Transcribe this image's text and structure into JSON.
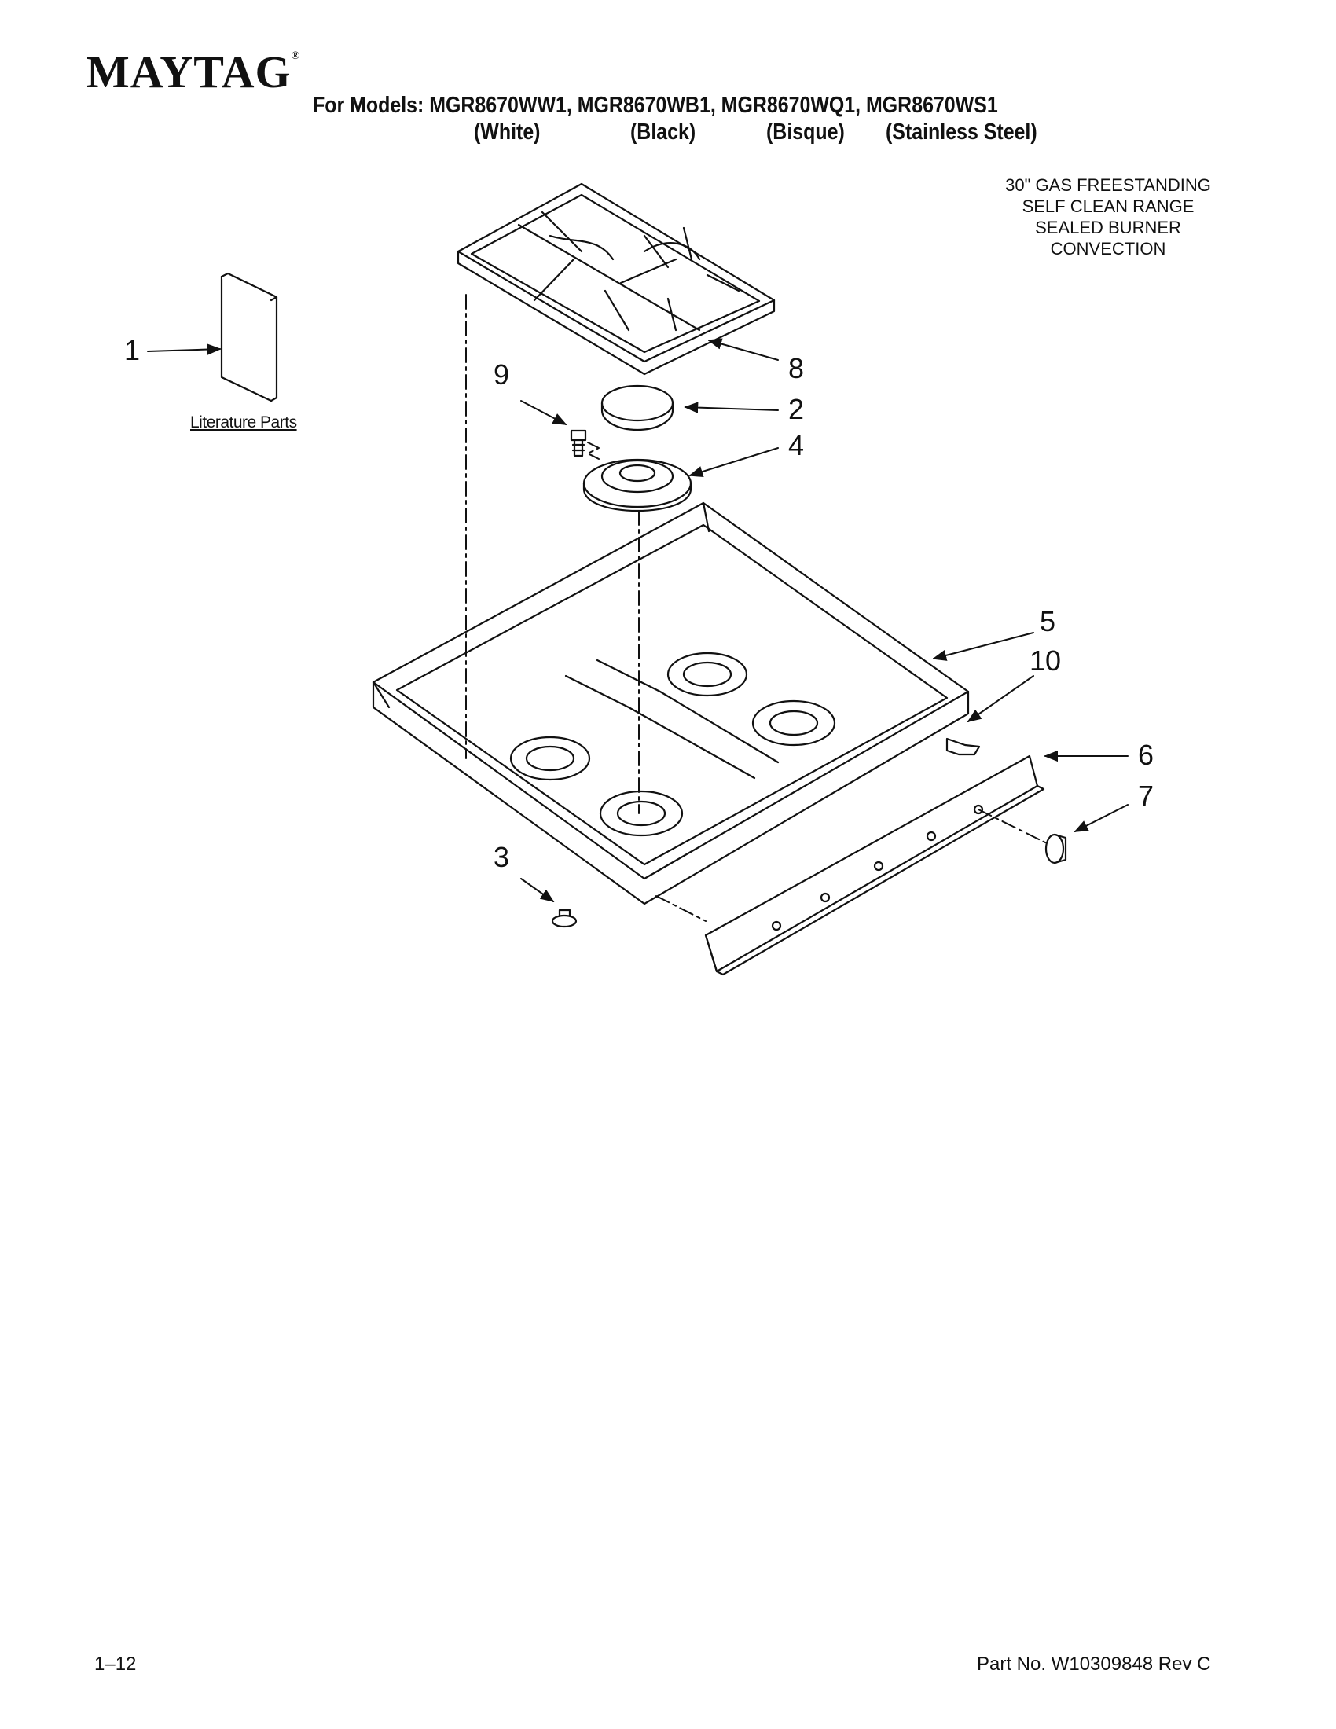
{
  "brand": "MAYTAG",
  "header": {
    "models_line": "For Models: MGR8670WW1, MGR8670WB1, MGR8670WQ1, MGR8670WS1",
    "colors": [
      "(White)",
      "(Black)",
      "(Bisque)",
      "(Stainless Steel)"
    ]
  },
  "description": [
    "30\" GAS FREESTANDING",
    "SELF CLEAN RANGE",
    "SEALED BURNER",
    "CONVECTION"
  ],
  "literature_label": "Literature Parts",
  "callouts": [
    "1",
    "8",
    "9",
    "2",
    "4",
    "5",
    "10",
    "6",
    "7",
    "3"
  ],
  "footer": {
    "page": "1–12",
    "part_no": "Part No. W10309848 Rev C"
  }
}
